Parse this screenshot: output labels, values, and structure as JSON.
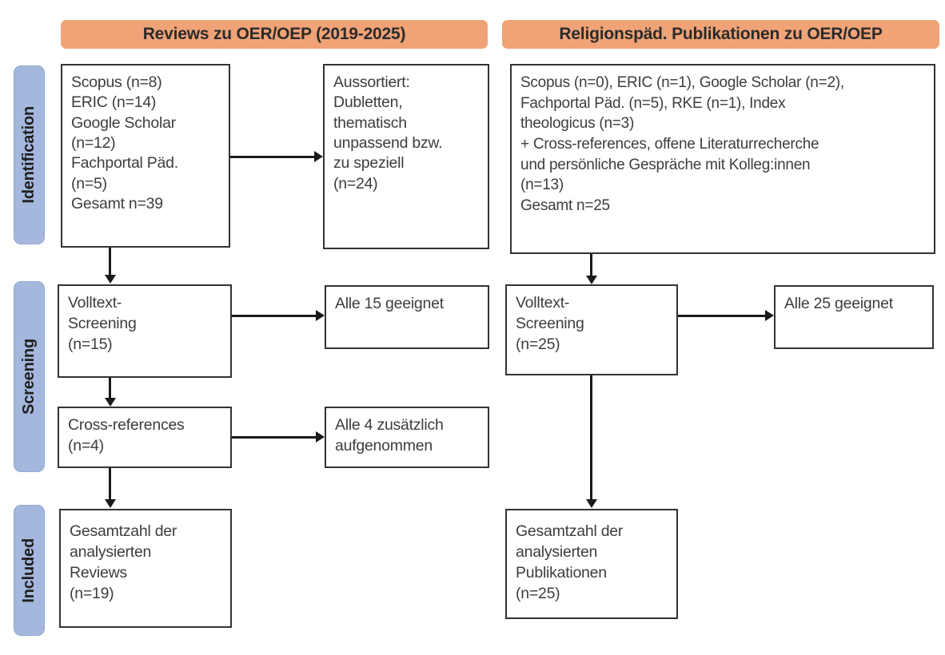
{
  "figure": {
    "type": "prisma-flow-diagram",
    "columns": [
      {
        "id": "reviews",
        "header": "Reviews zu OER/OEP (2019-2025)"
      },
      {
        "id": "publikationen",
        "header": "Religionspäd. Publikationen zu OER/OEP"
      }
    ],
    "stages": [
      {
        "id": "identification",
        "label": "Identification"
      },
      {
        "id": "screening",
        "label": "Screening"
      },
      {
        "id": "included",
        "label": "Included"
      }
    ],
    "colors": {
      "header_orange": "#F0A377",
      "stage_blue": "#A3B8DC",
      "box_border": "#333333",
      "text": "#3d3d3d",
      "connector": "#1a1a1a"
    }
  },
  "left": {
    "sources_box": "Scopus (n=8)\nERIC (n=14)\nGoogle Scholar\n(n=12)\nFachportal Päd.\n(n=5)\nGesamt n=39",
    "excluded_box": "Aussortiert:\nDubletten,\nthematisch\nunpassend bzw.\nzu speziell\n(n=24)",
    "fulltext_box": "Volltext-\nScreening\n(n=15)",
    "fulltext_result_box": "Alle 15 geeignet",
    "crossref_box": "Cross-references\n(n=4)",
    "crossref_result_box": "Alle 4 zusätzlich\naufgenommen",
    "included_box": "Gesamtzahl der\nanalysierten\nReviews\n(n=19)"
  },
  "right": {
    "sources_box": "Scopus (n=0), ERIC (n=1), Google Scholar (n=2),\nFachportal Päd. (n=5), RKE (n=1), Index\ntheologicus (n=3)\n+ Cross-references, offene Literaturrecherche\nund persönliche Gespräche mit Kolleg:innen\n(n=13)\nGesamt n=25",
    "fulltext_box": "Volltext-\nScreening\n(n=25)",
    "fulltext_result_box": "Alle 25 geeignet",
    "included_box": "Gesamtzahl der\nanalysierten\nPublikationen\n(n=25)"
  },
  "counts": {
    "left_scopus": 8,
    "left_eric": 14,
    "left_google_scholar": 12,
    "left_fachportal": 5,
    "left_total": 39,
    "left_excluded": 24,
    "left_fulltext": 15,
    "left_crossrefs": 4,
    "left_included": 19,
    "right_scopus": 0,
    "right_eric": 1,
    "right_google_scholar": 2,
    "right_fachportal": 5,
    "right_rke": 1,
    "right_index_theologicus": 3,
    "right_additional": 13,
    "right_total": 25,
    "right_fulltext": 25,
    "right_included": 25
  }
}
